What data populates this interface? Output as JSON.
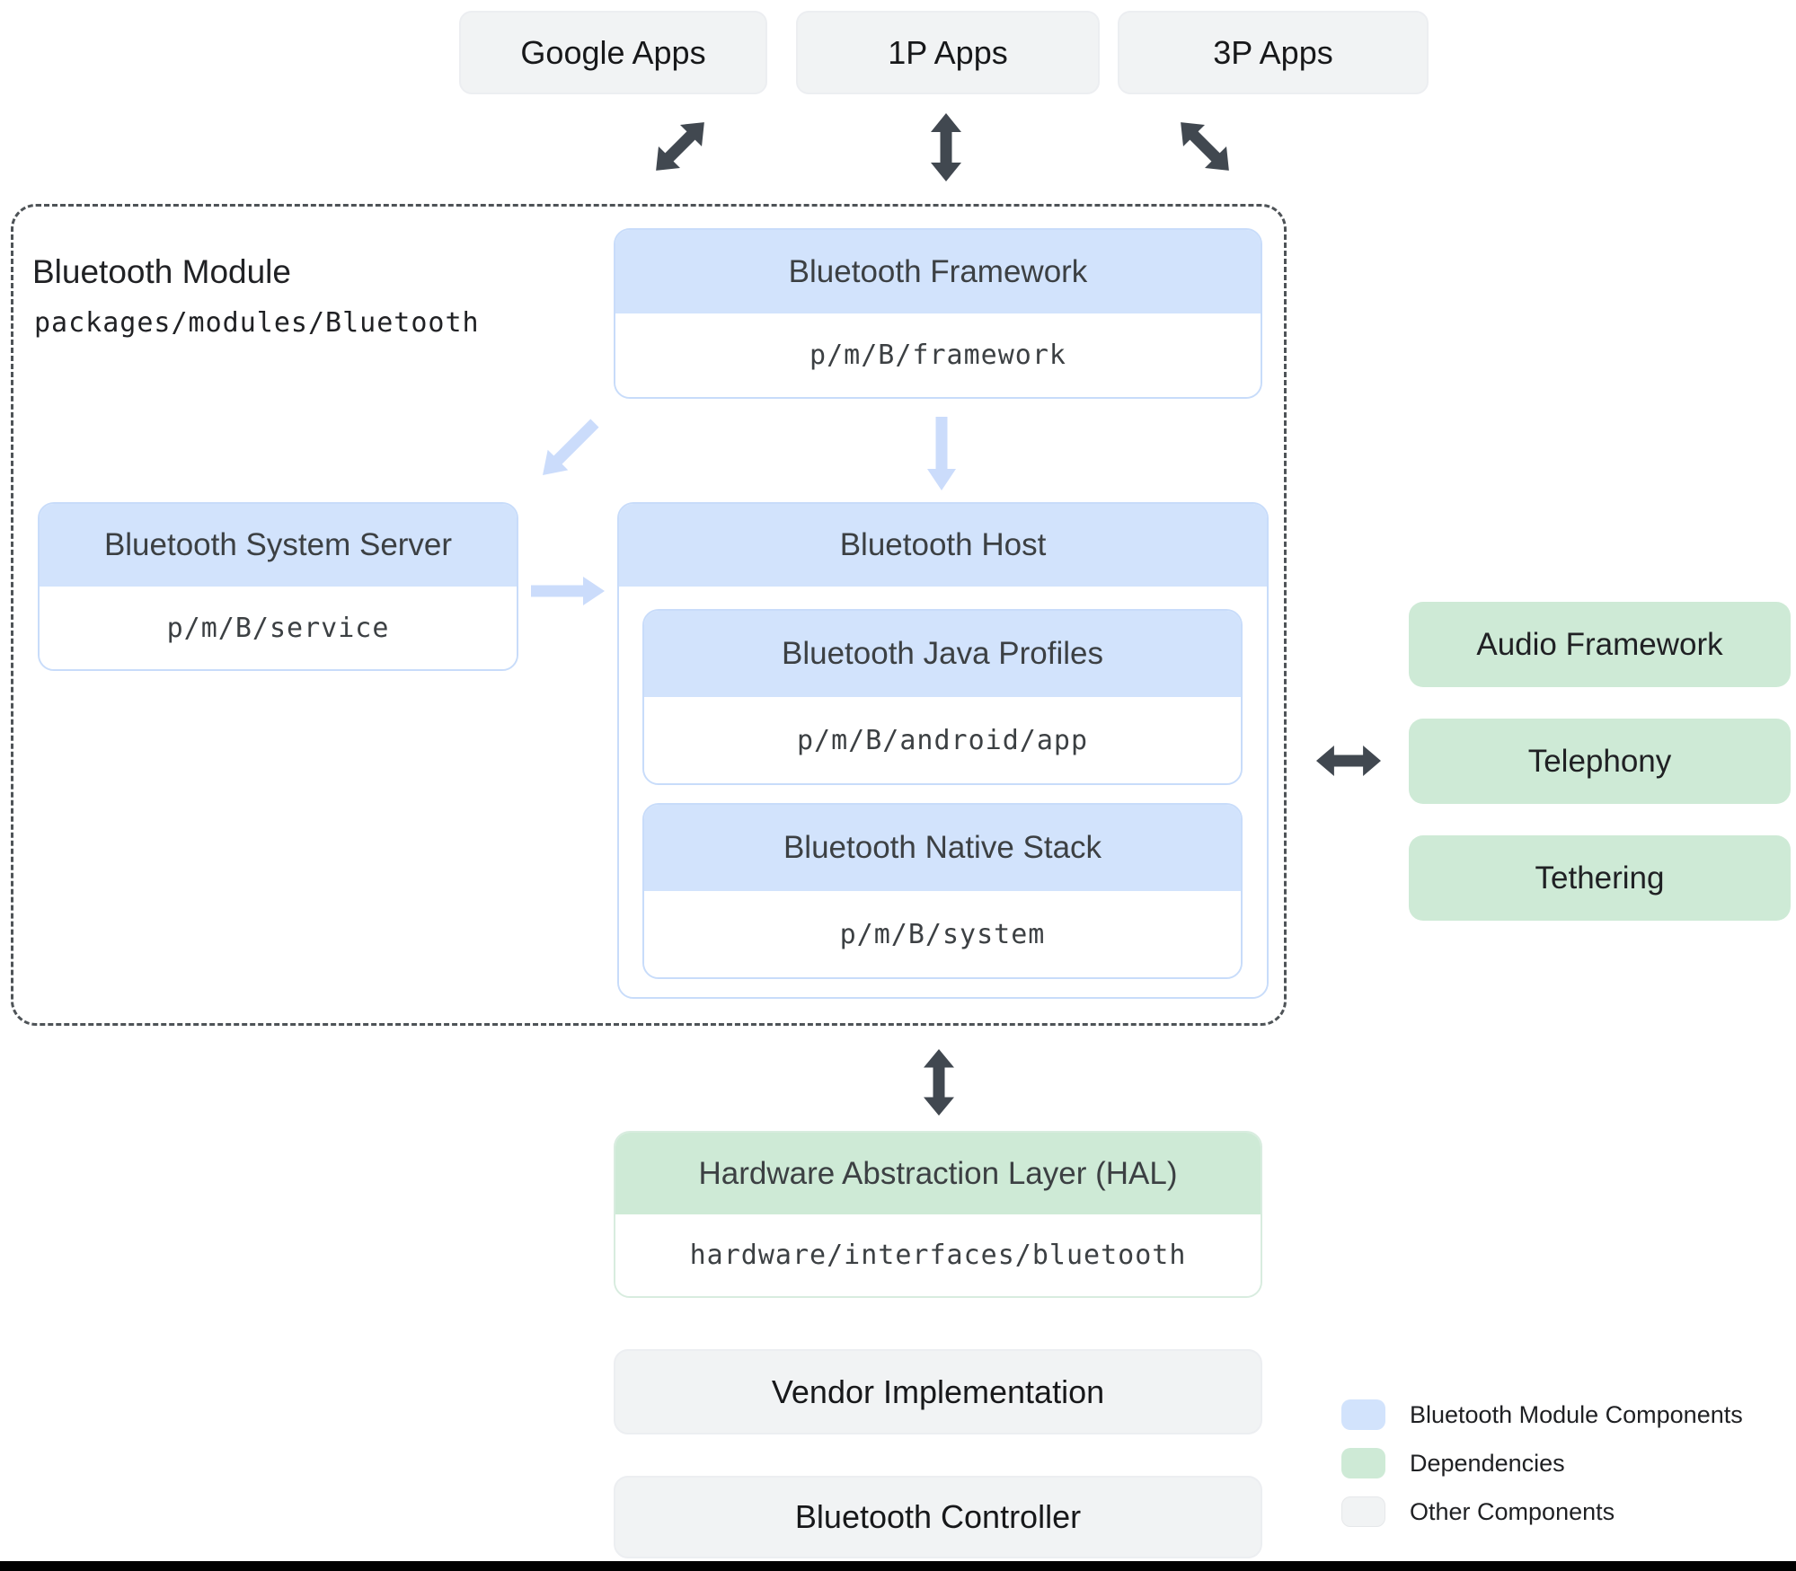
{
  "top_apps": {
    "google": "Google Apps",
    "first_party": "1P Apps",
    "third_party": "3P Apps"
  },
  "bluetooth_module": {
    "title": "Bluetooth Module",
    "path": "packages/modules/Bluetooth",
    "framework": {
      "title": "Bluetooth Framework",
      "path": "p/m/B/framework"
    },
    "system_server": {
      "title": "Bluetooth System Server",
      "path": "p/m/B/service"
    },
    "host": {
      "title": "Bluetooth Host",
      "java_profiles": {
        "title": "Bluetooth Java Profiles",
        "path": "p/m/B/android/app"
      },
      "native_stack": {
        "title": "Bluetooth Native Stack",
        "path": "p/m/B/system"
      }
    }
  },
  "dependencies": {
    "audio_framework": "Audio Framework",
    "telephony": "Telephony",
    "tethering": "Tethering"
  },
  "hal": {
    "title": "Hardware Abstraction Layer (HAL)",
    "path": "hardware/interfaces/bluetooth"
  },
  "other_components": {
    "vendor_implementation": "Vendor Implementation",
    "bluetooth_controller": "Bluetooth Controller"
  },
  "legend": {
    "bluetooth_module_components": {
      "label": "Bluetooth Module Components",
      "color": "#d2e3fc"
    },
    "dependencies": {
      "label": "Dependencies",
      "color": "#ceead6"
    },
    "other_components": {
      "label": "Other Components",
      "color": "#f1f3f4"
    }
  },
  "colors": {
    "module_fill": "#d2e3fc",
    "dependency_fill": "#ceead6",
    "other_fill": "#f1f3f4",
    "dark_arrow": "#414850",
    "light_arrow": "#cbdcfb",
    "dashed_border": "#4e5357"
  }
}
